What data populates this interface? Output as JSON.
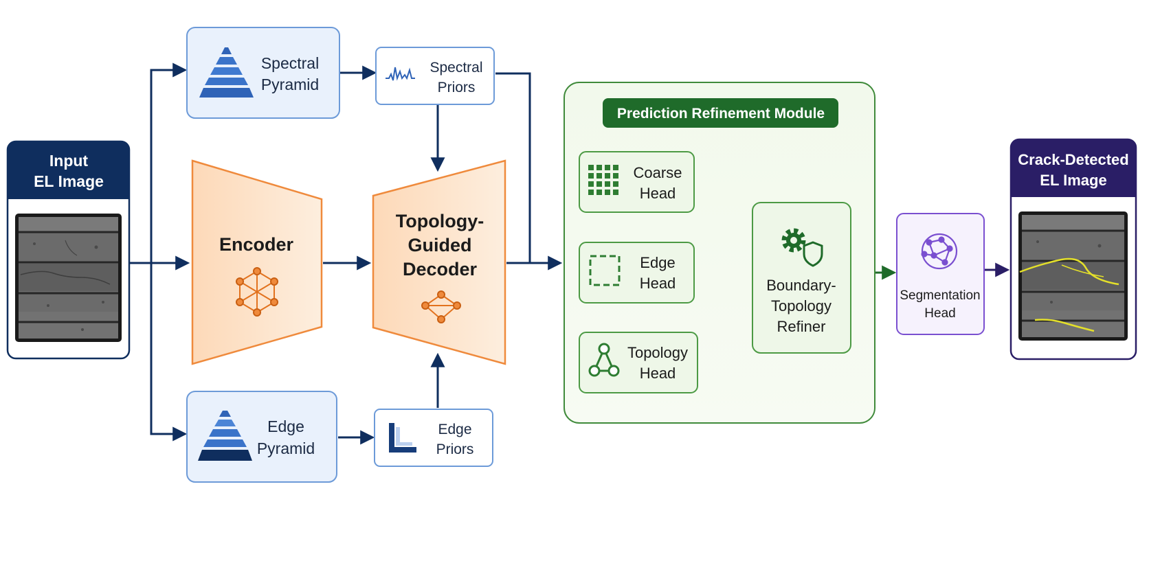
{
  "input": {
    "line1": "Input",
    "line2": "EL Image"
  },
  "spectral_pyramid": {
    "line1": "Spectral",
    "line2": "Pyramid"
  },
  "spectral_priors": {
    "line1": "Spectral",
    "line2": "Priors"
  },
  "edge_pyramid": {
    "line1": "Edge",
    "line2": "Pyramid"
  },
  "edge_priors": {
    "line1": "Edge",
    "line2": "Priors"
  },
  "encoder": {
    "label": "Encoder"
  },
  "decoder": {
    "line1": "Topology-",
    "line2": "Guided",
    "line3": "Decoder"
  },
  "refinement": {
    "title": "Prediction Refinement Module",
    "coarse": {
      "line1": "Coarse",
      "line2": "Head"
    },
    "edge": {
      "line1": "Edge",
      "line2": "Head"
    },
    "topology": {
      "line1": "Topology",
      "line2": "Head"
    },
    "refiner": {
      "line1": "Boundary-",
      "line2": "Topology",
      "line3": "Refiner"
    }
  },
  "segmentation": {
    "line1": "Segmentation",
    "line2": "Head"
  },
  "output": {
    "line1": "Crack-Detected",
    "line2": "EL Image"
  },
  "colors": {
    "navy": "#0f2e5e",
    "blue_fill": "#e9f1fc",
    "blue_stroke": "#6c9ad8",
    "orange_fill": "#fde3cc",
    "orange_stroke": "#ef8a3c",
    "green": "#1f6b2a",
    "green_fill": "#f1f8ec",
    "purple": "#2a1e66",
    "purple_icon": "#7a4fd0"
  }
}
